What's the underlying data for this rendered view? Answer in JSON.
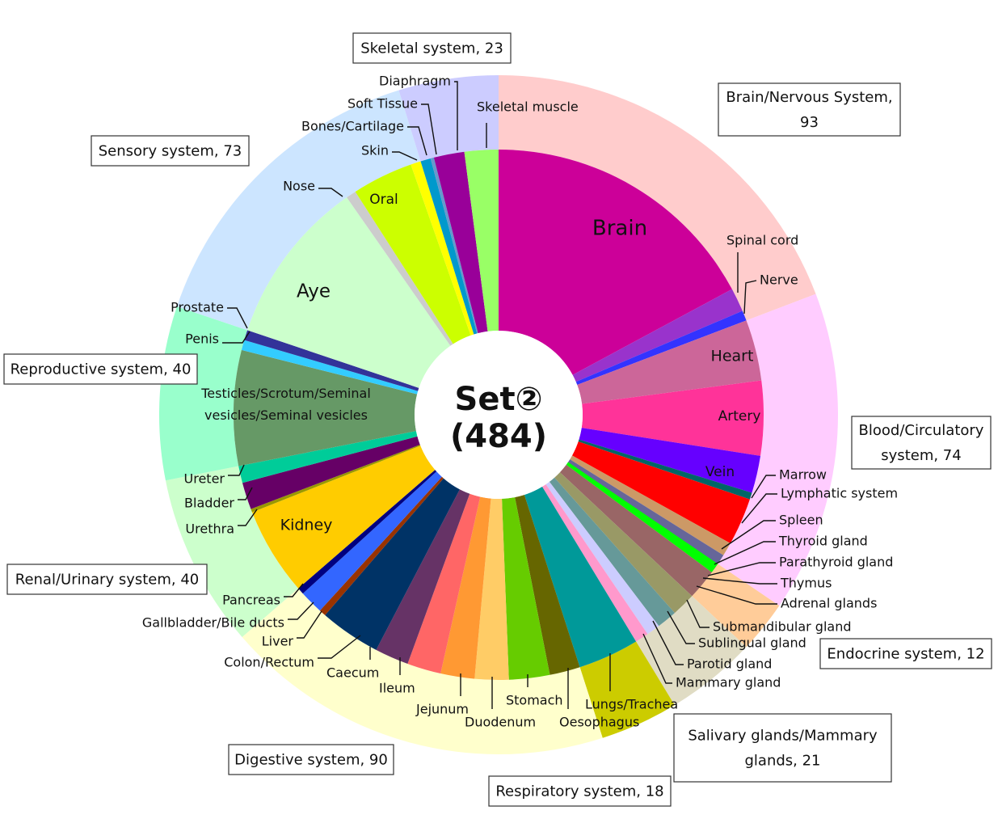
{
  "chart_data": {
    "type": "pie",
    "subtype": "nested-donut",
    "center_label": [
      "Set②",
      "(484)"
    ],
    "total": 484,
    "categories": [
      {
        "name": "Brain/Nervous System, 93",
        "value": 93,
        "color": "#ffcccc",
        "items": [
          {
            "name": "Brain",
            "value": 83,
            "color": "#cc0099"
          },
          {
            "name": "Spinal cord",
            "value": 7,
            "color": "#9933cc"
          },
          {
            "name": "Nerve",
            "value": 3,
            "color": "#3333ff"
          }
        ]
      },
      {
        "name": "Blood/Circulatory system, 74",
        "value": 74,
        "color": "#ffccff",
        "items": [
          {
            "name": "Heart",
            "value": 18,
            "color": "#cc6699"
          },
          {
            "name": "Artery",
            "value": 22,
            "color": "#ff3399"
          },
          {
            "name": "Vein",
            "value": 11,
            "color": "#6600ff"
          },
          {
            "name": "Marrow",
            "value": 2,
            "color": "#006666"
          },
          {
            "name": "Lymphatic system",
            "value": 14,
            "color": "#ff0000"
          },
          {
            "name": "Spleen",
            "value": 4,
            "color": "#cc9966"
          },
          {
            "name": "Thyroid gland",
            "value": 5,
            "color": "#666699"
          },
          {
            "name": "Parathyroid gland",
            "value": 2,
            "color": "#ffff99"
          }
        ]
      },
      {
        "name": "Endocrine system, 12",
        "value": 12,
        "color": "#ffcc99",
        "items": [
          {
            "name": "Thymus",
            "value": 3,
            "color": "#00ff00"
          },
          {
            "name": "Adrenal glands",
            "value": 9,
            "color": "#996666"
          }
        ]
      },
      {
        "name": "Salivary glands/Mammary glands, 21",
        "value": 21,
        "color": "#e0dcc4",
        "items": [
          {
            "name": "Submandibular gland",
            "value": 7,
            "color": "#999966"
          },
          {
            "name": "Sublingual gland",
            "value": 6,
            "color": "#669999"
          },
          {
            "name": "Parotid gland",
            "value": 4,
            "color": "#ccccff"
          },
          {
            "name": "Mammary gland",
            "value": 4,
            "color": "#ff99cc"
          }
        ]
      },
      {
        "name": "Respiratory system, 18",
        "value": 18,
        "color": "#cccc00",
        "items": [
          {
            "name": "Lungs/Trachea",
            "value": 18,
            "color": "#009999"
          }
        ]
      },
      {
        "name": "Digestive system, 90",
        "value": 90,
        "color": "#ffffcc",
        "items": [
          {
            "name": "Oesophagus",
            "value": 9,
            "color": "#666600"
          },
          {
            "name": "Stomach",
            "value": 12,
            "color": "#66cc00"
          },
          {
            "name": "Duodenum",
            "value": 10,
            "color": "#ffcc66"
          },
          {
            "name": "Jejunum",
            "value": 10,
            "color": "#ff9933"
          },
          {
            "name": "Ileum",
            "value": 10,
            "color": "#ff6666"
          },
          {
            "name": "Caecum",
            "value": 10,
            "color": "#663366"
          },
          {
            "name": "Colon/Rectum",
            "value": 18,
            "color": "#003366"
          },
          {
            "name": "Liver",
            "value": 2,
            "color": "#993300"
          },
          {
            "name": "Gallbladder/Bile ducts",
            "value": 7,
            "color": "#3366ff"
          },
          {
            "name": "Pancreas",
            "value": 2,
            "color": "#000080"
          }
        ]
      },
      {
        "name": "Renal/Urinary system, 40",
        "value": 40,
        "color": "#ccffcc",
        "items": [
          {
            "name": "Kidney",
            "value": 26,
            "color": "#ffcc00"
          },
          {
            "name": "Urethra",
            "value": 1,
            "color": "#999900"
          },
          {
            "name": "Bladder",
            "value": 8,
            "color": "#660066"
          },
          {
            "name": "Ureter",
            "value": 5,
            "color": "#00cc99"
          }
        ]
      },
      {
        "name": "Reproductive system, 40",
        "value": 40,
        "color": "#99ffcc",
        "items": [
          {
            "name": "Testicles/Scrotum/Seminal vesicles/Seminal vesicles",
            "value": 34,
            "color": "#669966"
          },
          {
            "name": "Penis",
            "value": 3,
            "color": "#33ccff"
          },
          {
            "name": "Prostate",
            "value": 3,
            "color": "#333399"
          }
        ]
      },
      {
        "name": "Sensory system, 73",
        "value": 73,
        "color": "#cce5ff",
        "items": [
          {
            "name": "Aye",
            "value": 49,
            "color": "#ccffcc"
          },
          {
            "name": "Nose",
            "value": 3,
            "color": "#cccccc"
          },
          {
            "name": "Oral",
            "value": 18,
            "color": "#ccff00"
          },
          {
            "name": "Skin",
            "value": 3,
            "color": "#ffff00"
          }
        ]
      },
      {
        "name": "Skeletal system, 23",
        "value": 23,
        "color": "#ccccff",
        "items": [
          {
            "name": "Bones/Cartilage",
            "value": 3,
            "color": "#0099cc"
          },
          {
            "name": "Soft Tissue",
            "value": 1,
            "color": "#6699cc"
          },
          {
            "name": "Diaphragm",
            "value": 9,
            "color": "#990099"
          },
          {
            "name": "Skeletal muscle",
            "value": 10,
            "color": "#99ff66"
          }
        ]
      }
    ]
  }
}
